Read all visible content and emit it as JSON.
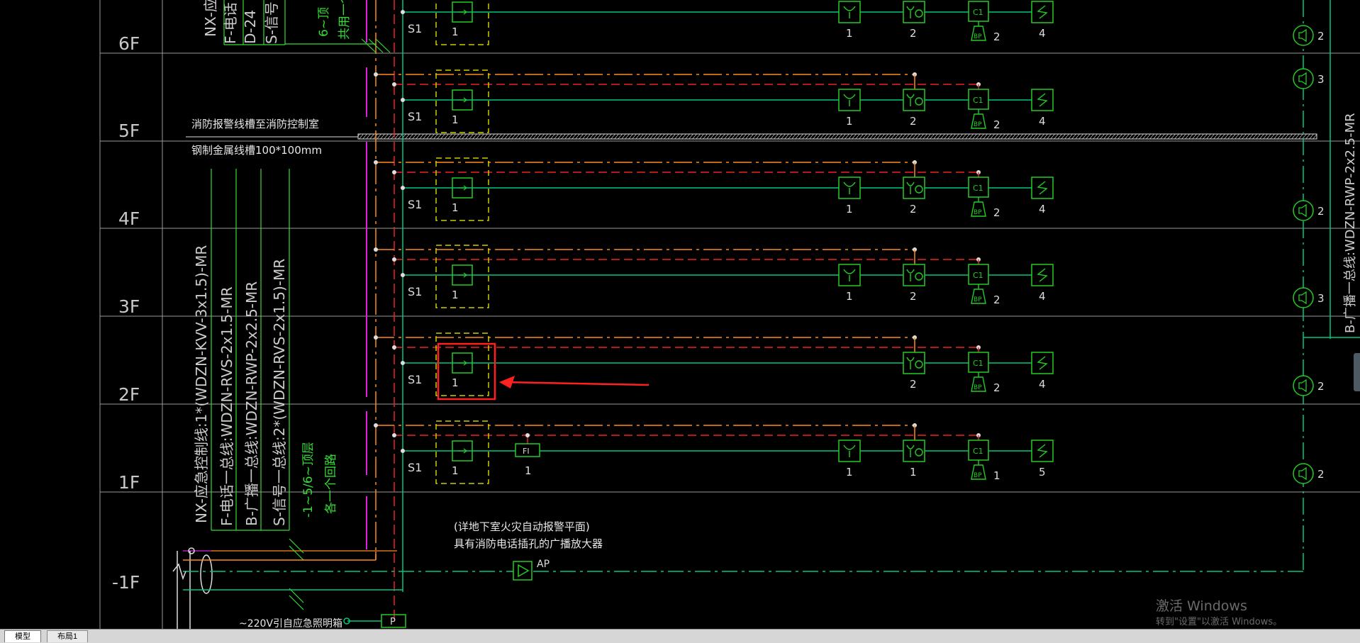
{
  "floors": [
    {
      "label": "6F",
      "floor_ch": "S1",
      "speaker_count": "2",
      "count_h": "1",
      "count_hf": "2",
      "count_c": "2",
      "count_s": "4"
    },
    {
      "label": "5F",
      "floor_ch": "S1",
      "speaker_count": "3",
      "count_h": "1",
      "count_hf": "2",
      "count_c": "2",
      "count_s": "4"
    },
    {
      "label": "4F",
      "floor_ch": "S1",
      "speaker_count": "2",
      "count_h": "1",
      "count_hf": "2",
      "count_c": "2",
      "count_s": "4"
    },
    {
      "label": "3F",
      "floor_ch": "S1",
      "speaker_count": "3",
      "count_h": "1",
      "count_hf": "2",
      "count_c": "2",
      "count_s": "4"
    },
    {
      "label": "2F",
      "floor_ch": "S1",
      "speaker_count": "2",
      "count_h": "",
      "count_hf": "2",
      "count_c": "2",
      "count_s": "4"
    },
    {
      "label": "1F",
      "floor_ch": "S1",
      "speaker_count": "2",
      "count_h": "1",
      "count_hf": "1",
      "count_c": "1",
      "count_s": "5"
    }
  ],
  "basement_label": "-1F",
  "module_count": "1",
  "fi_label": "FI",
  "fi_count": "1",
  "ap_label": "AP",
  "p_label": "P",
  "c1_label": "C1",
  "bp_label": "BP",
  "tray_label_1": "消防报警线槽至消防控制室",
  "tray_label_2": "钢制金属线槽100*100mm",
  "vertical_labels": [
    "NX-应急控制线:1*(WDZN-KVV-3x1.5)-MR",
    "F-电话一总线:WDZN-RVS-2x1.5-MR",
    "B-广播一总线:WDZN-RWP-2x2.5-MR",
    "S-信号一总线:2*(WDZN-RVS-2x1.5)-MR",
    "-1~5/6~顶层",
    "各一个回路"
  ],
  "top_vertical_fragments": [
    "NX-应急",
    "F-电话",
    "D-24",
    "S-信号",
    "6~顶",
    "共用一个"
  ],
  "basement_note_1": "(详地下室火灾自动报警平面)",
  "basement_note_2": "具有消防电话插孔的广播放大器",
  "bottom_note": "~220V引自应急照明箱",
  "right_vertical_text": "B-广播一总线:WDZN-RWP-2x2.5-MR",
  "tabs": {
    "model": "模型",
    "layout": "布局1"
  },
  "watermark": {
    "title": "激活 Windows",
    "subtitle": "转到\"设置\"以激活 Windows。"
  },
  "colors": {
    "background": "#000000",
    "grid_line": "#9a9a9a",
    "floor_text": "#c8c8c8",
    "signal_green": "#00c87a",
    "device_green": "#22cc22",
    "module_yellow": "#cccc00",
    "control_orange": "#ff8c1a",
    "dashed_red": "#ee2222",
    "magenta": "#dd22dd",
    "highlight_red": "#ff2020",
    "text_green": "#33dd33"
  }
}
